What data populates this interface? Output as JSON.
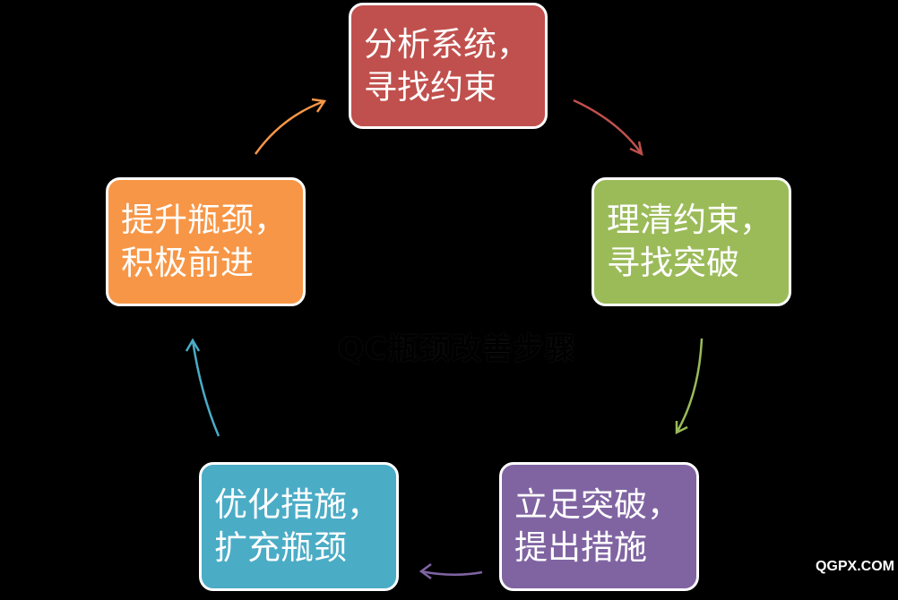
{
  "diagram": {
    "center_title": "QC瓶颈改善步骤",
    "nodes": [
      {
        "id": "analyze",
        "lines": [
          "分析系统，",
          "寻找约束"
        ],
        "color": "#c0504d"
      },
      {
        "id": "clarify",
        "lines": [
          "理清约束，",
          "寻找突破"
        ],
        "color": "#9bbb59"
      },
      {
        "id": "stand",
        "lines": [
          "立足突破，",
          "提出措施"
        ],
        "color": "#8064a2"
      },
      {
        "id": "optimize",
        "lines": [
          "优化措施，",
          "扩充瓶颈"
        ],
        "color": "#4bacc6"
      },
      {
        "id": "elevate",
        "lines": [
          "提升瓶颈，",
          "积极前进"
        ],
        "color": "#f79646"
      }
    ],
    "edges": [
      {
        "from": "analyze",
        "to": "clarify",
        "color": "#c0504d"
      },
      {
        "from": "clarify",
        "to": "stand",
        "color": "#9bbb59"
      },
      {
        "from": "stand",
        "to": "optimize",
        "color": "#8064a2"
      },
      {
        "from": "optimize",
        "to": "elevate",
        "color": "#4bacc6"
      },
      {
        "from": "elevate",
        "to": "analyze",
        "color": "#f79646"
      }
    ]
  },
  "watermark": "QGPX.COM"
}
